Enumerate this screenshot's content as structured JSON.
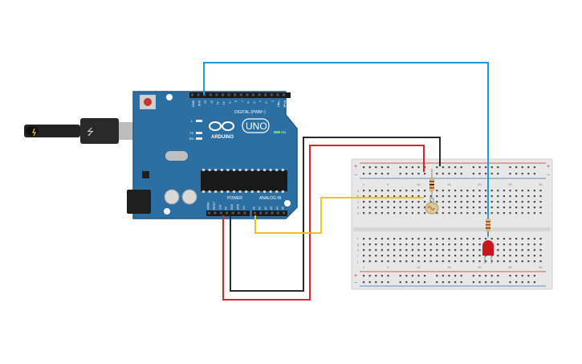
{
  "arduino": {
    "digital_header_label": "DIGITAL (PWM~)",
    "brand": "ARDUINO",
    "model": "UNO",
    "on_label": "ON",
    "power_label": "POWER",
    "analog_label": "ANALOG IN",
    "led_l": "L",
    "led_tx": "TX",
    "led_rx": "RX",
    "digital_pins": [
      "AREF",
      "GND",
      "13",
      "12",
      "~11",
      "~10",
      "~9",
      "8",
      "7",
      "~6",
      "~5",
      "4",
      "~3",
      "2",
      "TX▶1",
      "RX◀0"
    ],
    "power_pins": [
      "IOREF",
      "RESET",
      "3.3V",
      "5V",
      "GND",
      "GND",
      "Vin"
    ],
    "analog_pins": [
      "A0",
      "A1",
      "A2",
      "A3",
      "A4",
      "A5"
    ]
  },
  "breadboard": {
    "rail_plus": "+",
    "rail_minus": "−",
    "row_letters_top": [
      "a",
      "b",
      "c",
      "d",
      "e"
    ],
    "row_letters_bottom": [
      "f",
      "g",
      "h",
      "i",
      "j"
    ],
    "column_numbers": [
      "1",
      "5",
      "10",
      "15",
      "20",
      "25",
      "30"
    ]
  },
  "colors": {
    "board": "#2b6fa3",
    "wire_red": "#d8252b",
    "wire_black": "#2a2a2a",
    "wire_yellow": "#f0c419",
    "wire_blue": "#1f9bd7",
    "led": "#c8161d"
  }
}
